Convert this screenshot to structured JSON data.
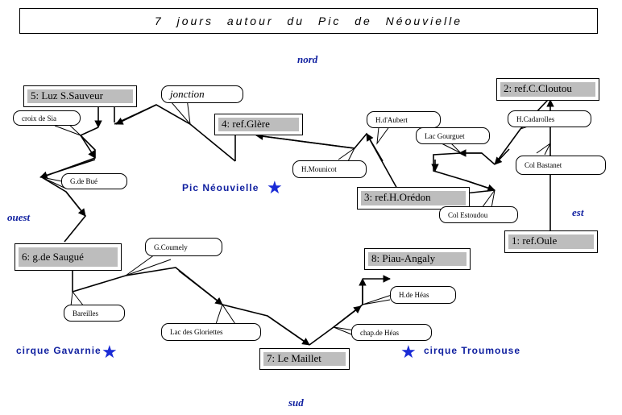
{
  "title": "7   jours   autour   du  Pic  de  Néouvielle",
  "directions": {
    "north": "nord",
    "south": "sud",
    "west": "ouest",
    "east": "est"
  },
  "places": {
    "pic": "Pic Néouvielle",
    "gavarnie": "cirque Gavarnie",
    "troumouse": "cirque Troumouse"
  },
  "stages": [
    "1: ref.Oule",
    "2: ref.C.Cloutou",
    "3: ref.H.Orédon",
    "4: ref.Glère",
    "5: Luz S.Sauveur",
    "6: g.de Saugué",
    "7: Le Maillet",
    "8: Piau-Angaly"
  ],
  "waypoints": {
    "jonction": "jonction",
    "croix": "croix de Sia",
    "bue": "G.de Bué",
    "haubert": "H.d'Aubert",
    "hmounicot": "H.Mounicot",
    "gourguet": "Lac Gourguet",
    "cadarolles": "H.Cadarolles",
    "bastanet": "Col Bastanet",
    "estoudou": "Col Estoudou",
    "coumely": "G.Coumely",
    "bareilles": "Bareilles",
    "gloriettes": "Lac des Gloriettes",
    "chapheas": "chap.de Héas",
    "hheas": "H.de Héas"
  },
  "colors": {
    "blue": "#1020a0",
    "star": "#1a2bd6",
    "stage_fill": "#bdbdbd"
  }
}
